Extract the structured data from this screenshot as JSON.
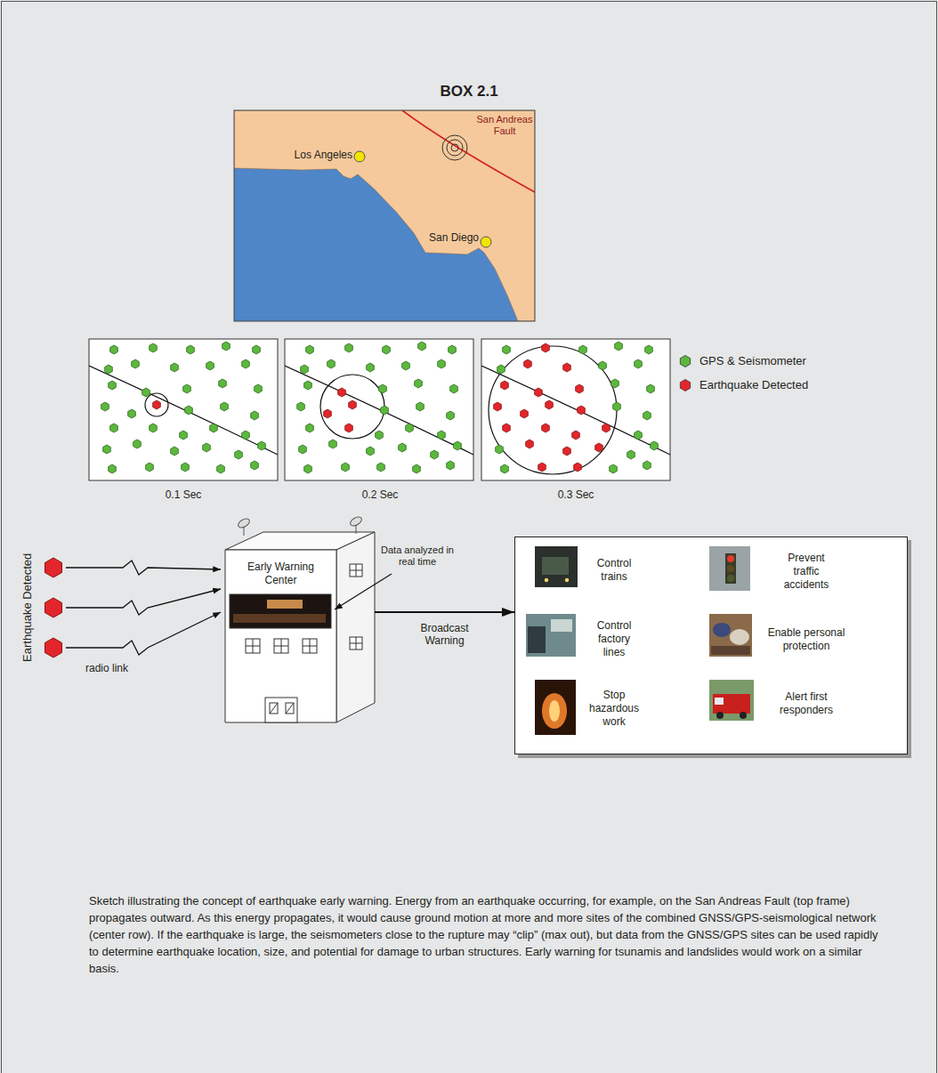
{
  "diagram": {
    "title": "BOX 2.1",
    "caption": "Sketch illustrating the concept of earthquake early warning. Energy from an earthquake occurring, for example, on the San Andreas Fault (top frame) propagates outward. As this energy propagates, it would cause ground motion at more and more sites of the combined GNSS/GPS-seismological network (center row). If the earthquake is large, the seismometers close to the rupture may “clip” (max out), but data from the GNSS/GPS sites can be used rapidly to determine earthquake location, size, and potential for damage to urban structures. Early warning for tsunamis and landslides would work on a similar basis.",
    "nodes": [
      {
        "text": [
          "Early Warning Center"
        ]
      },
      {
        "text": []
      },
      {
        "text": [
          "Control trains"
        ],
        "in": 1
      },
      {
        "text": [
          "Prevent traffic accidents"
        ],
        "in": 1
      },
      {
        "text": [
          "Control factory lines"
        ],
        "in": 1
      },
      {
        "text": [
          "Enable personal protection"
        ],
        "in": 1
      },
      {
        "text": [
          "Stop hazardous work"
        ],
        "in": 1
      },
      {
        "text": [
          "Alert first responders"
        ],
        "in": 1
      }
    ],
    "edges": [
      {
        "from": 0,
        "to": 1,
        "arrow": "to",
        "label": "Broadcast Warning"
      }
    ],
    "labels": [
      "Los Angeles",
      "San Andreas Fault",
      "San Diego",
      "0.1 Sec",
      "0.2 Sec",
      "0.3 Sec",
      "Earthquake Detected",
      "radio link",
      "Data analyzed in real time"
    ],
    "legend": [
      {
        "text": "GPS & Seismometer",
        "color": "#5cb83c"
      },
      {
        "text": "Earthquake Detected",
        "color": "#e2262b"
      }
    ]
  }
}
